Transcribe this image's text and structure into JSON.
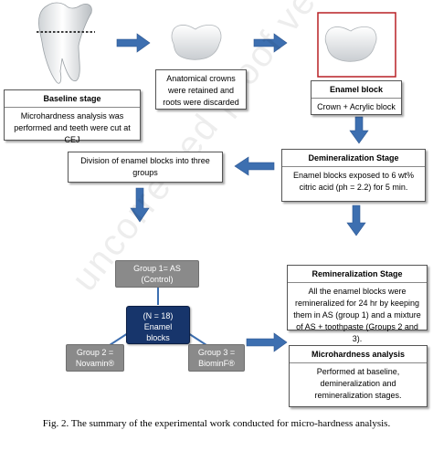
{
  "boxes": {
    "baseline": {
      "title": "Baseline stage",
      "text": "Microhardness analysis was performed and teeth were cut at CEJ"
    },
    "crowns": {
      "text": "Anatomical crowns were retained and roots were discarded"
    },
    "enamel_block": {
      "title": "Enamel block",
      "text": "Crown + Acrylic block"
    },
    "demineralization": {
      "title": "Demineralization Stage",
      "text": "Enamel blocks exposed to 6 wt% citric acid (ph = 2.2) for 5 min."
    },
    "division": {
      "text": "Division of enamel blocks into three groups"
    },
    "remineralization": {
      "title": "Remineralization Stage",
      "text": "All the enamel blocks were remineralized for 24 hr by keeping them in AS (group 1) and a mixture of AS + toothpaste (Groups 2 and 3)."
    },
    "microhardness": {
      "title": "Microhardness analysis",
      "text": "Performed at baseline, demineralization and remineralization stages."
    }
  },
  "groups": {
    "center": "(N = 18)\nEnamel\nblocks",
    "group1": "Group 1= AS\n(Control)",
    "group2": "Group 2 =\nNovamin®",
    "group3": "Group 3 =\nBiominF®"
  },
  "caption": "Fig. 2. The summary of the experimental work conducted for micro-hardness analysis.",
  "watermark": "uncorrected proof version",
  "colors": {
    "arrow": "#3d6fb0",
    "center_fill": "#17356b",
    "pill_fill": "#8a8a8a",
    "enamel_frame": "#b82025"
  }
}
